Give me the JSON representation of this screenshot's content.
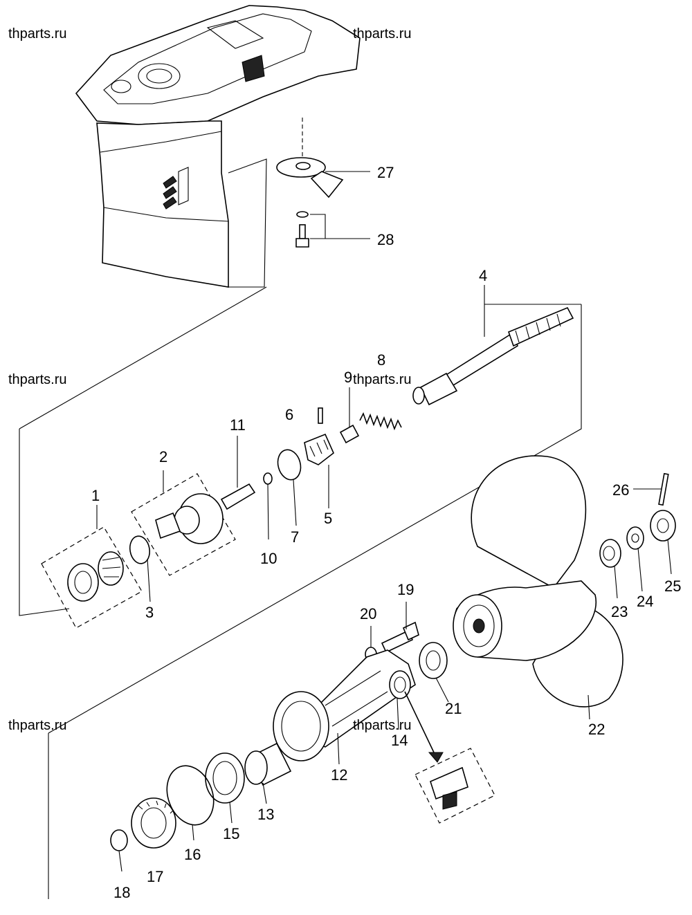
{
  "watermarks": [
    "thparts.ru",
    "thparts.ru",
    "thparts.ru",
    "thparts.ru",
    "thparts.ru",
    "thparts.ru"
  ],
  "callouts": {
    "p1": "1",
    "p2": "2",
    "p3": "3",
    "p4": "4",
    "p5": "5",
    "p6": "6",
    "p7": "7",
    "p8": "8",
    "p9": "9",
    "p10": "10",
    "p11": "11",
    "p12": "12",
    "p13": "13",
    "p14": "14",
    "p15": "15",
    "p16": "16",
    "p17": "17",
    "p18": "18",
    "p19": "19",
    "p20": "20",
    "p21": "21",
    "p22": "22",
    "p23": "23",
    "p24": "24",
    "p25": "25",
    "p26": "26",
    "p27": "27",
    "p28": "28"
  }
}
